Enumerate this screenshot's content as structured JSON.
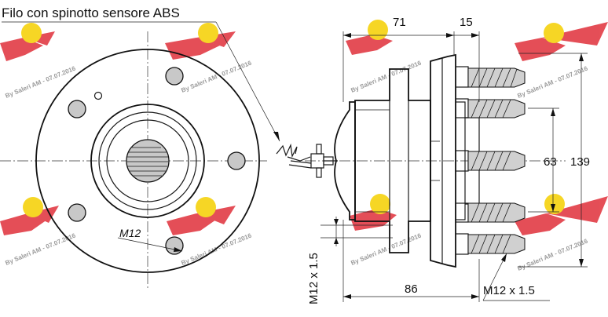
{
  "title": "Filo con spinotto sensore ABS",
  "labels": {
    "thread_front": "M12",
    "thread_side_vertical": "M12 x 1.5",
    "thread_side_bottom": "M12 x 1.5"
  },
  "dimensions": {
    "d71": "71",
    "d15": "15",
    "d63": "63",
    "d139": "139",
    "d86": "86"
  },
  "watermark": {
    "text": "By Saleri AM - 07.07.2016",
    "logo_color": "#e0303a",
    "logo_badge_color": "#f5d000"
  }
}
